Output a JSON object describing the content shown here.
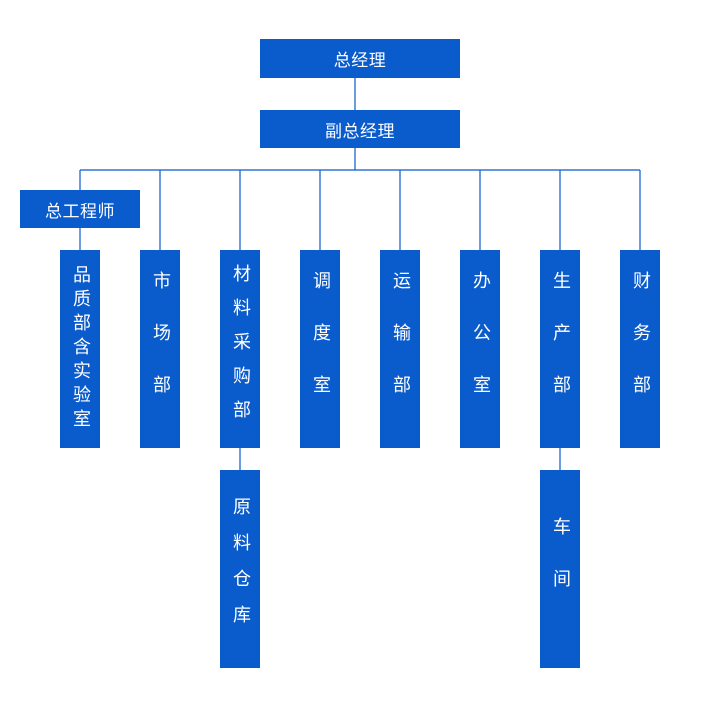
{
  "org": {
    "ceo": "总经理",
    "deputy": "副总经理",
    "chief_engineer": "总工程师",
    "departments": [
      "品质部含实验室",
      "市场部",
      "材料采购部",
      "调度室",
      "运输部",
      "办公室",
      "生产部",
      "财务部"
    ],
    "sub_units": {
      "warehouse": "原料仓库",
      "workshop": "车间"
    }
  },
  "colors": {
    "box": "#0a5bcc",
    "line": "#0a5bcc",
    "text": "#ffffff"
  }
}
